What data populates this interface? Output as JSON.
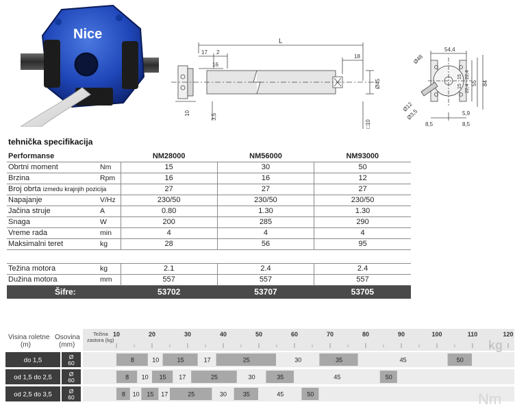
{
  "photo": {
    "brand": "Nice"
  },
  "drawing1": {
    "dim_L": "L",
    "dim_17": "17",
    "dim_2": "2",
    "dim_16": "16",
    "dim_18": "18",
    "dim_10": "10",
    "dim_35": "3,5",
    "dim_sq10": "□10",
    "dim_phi45": "Ø45"
  },
  "drawing2": {
    "d_54_4": "54,4",
    "d_phi48": "Ø48",
    "d_15": "15",
    "d_15b": "15",
    "d_22_4": "22,4",
    "d_22_4b": "22,4",
    "d_55": "55",
    "d_84": "84",
    "d_phi12": "Ø12",
    "d_phi3_5": "Ø3,5",
    "d_5_9": "5,9",
    "d_8_5": "8,5",
    "d_8_5b": "8,5"
  },
  "spec": {
    "title": "tehnička specifikacija",
    "header": {
      "label": "Performanse",
      "models": [
        "NM28000",
        "NM56000",
        "NM93000"
      ]
    },
    "rows": [
      {
        "label": "Obrtni moment",
        "unit": "Nm",
        "values": [
          "15",
          "30",
          "50"
        ]
      },
      {
        "label": "Brzina",
        "unit": "Rpm",
        "values": [
          "16",
          "16",
          "12"
        ]
      },
      {
        "label": "Broj obrta",
        "note": "izmedu krajnjih pozicija",
        "unit": "",
        "values": [
          "27",
          "27",
          "27"
        ]
      },
      {
        "label": "Napajanje",
        "unit": "V/Hz",
        "values": [
          "230/50",
          "230/50",
          "230/50"
        ]
      },
      {
        "label": "Jačina struje",
        "unit": "A",
        "values": [
          "0.80",
          "1.30",
          "1.30"
        ]
      },
      {
        "label": "Snaga",
        "unit": "W",
        "values": [
          "200",
          "285",
          "290"
        ]
      },
      {
        "label": "Vreme rada",
        "unit": "min",
        "values": [
          "4",
          "4",
          "4"
        ]
      },
      {
        "label": "Maksimalni teret",
        "unit": "kg",
        "values": [
          "28",
          "56",
          "95"
        ]
      }
    ],
    "rows2": [
      {
        "label": "Težina motora",
        "unit": "kg",
        "values": [
          "2.1",
          "2.4",
          "2.4"
        ]
      },
      {
        "label": "Dužina motora",
        "unit": "mm",
        "values": [
          "557",
          "557",
          "557"
        ]
      }
    ],
    "codes": {
      "label": "Šifre:",
      "values": [
        "53702",
        "53707",
        "53705"
      ]
    }
  },
  "chart": {
    "header_height": "Visina roletne\n(m)",
    "header_height_l1": "Visina roletne",
    "header_height_l2": "(m)",
    "header_shaft_l1": "Osovina",
    "header_shaft_l2": "(mm)",
    "weight_caption_l1": "Težina",
    "weight_caption_l2": "zastora (kg)",
    "unit_kg": "kg",
    "unit_nm": "Nm",
    "ticks": [
      10,
      20,
      30,
      40,
      50,
      60,
      70,
      80,
      90,
      100,
      110,
      120
    ],
    "rows": [
      {
        "height": "do 1,5",
        "shaft_l1": "Ø",
        "shaft_l2": "60",
        "segments": [
          {
            "nm": "8",
            "from": 10,
            "to": 19
          },
          {
            "nm": "10",
            "from": 19,
            "to": 23
          },
          {
            "nm": "15",
            "from": 23,
            "to": 33
          },
          {
            "nm": "17",
            "from": 33,
            "to": 38
          },
          {
            "nm": "25",
            "from": 38,
            "to": 55
          },
          {
            "nm": "30",
            "from": 55,
            "to": 67
          },
          {
            "nm": "35",
            "from": 67,
            "to": 78
          },
          {
            "nm": "45",
            "from": 78,
            "to": 103
          },
          {
            "nm": "50",
            "from": 103,
            "to": 110
          }
        ]
      },
      {
        "height": "od 1,5 do 2,5",
        "shaft_l1": "Ø",
        "shaft_l2": "60",
        "segments": [
          {
            "nm": "8",
            "from": 10,
            "to": 16
          },
          {
            "nm": "10",
            "from": 16,
            "to": 20
          },
          {
            "nm": "15",
            "from": 20,
            "to": 26
          },
          {
            "nm": "17",
            "from": 26,
            "to": 31
          },
          {
            "nm": "25",
            "from": 31,
            "to": 44
          },
          {
            "nm": "30",
            "from": 44,
            "to": 52
          },
          {
            "nm": "35",
            "from": 52,
            "to": 60
          },
          {
            "nm": "45",
            "from": 60,
            "to": 84
          },
          {
            "nm": "50",
            "from": 84,
            "to": 89
          }
        ]
      },
      {
        "height": "od 2,5 do 3,5",
        "shaft_l1": "Ø",
        "shaft_l2": "60",
        "segments": [
          {
            "nm": "8",
            "from": 10,
            "to": 14
          },
          {
            "nm": "10",
            "from": 14,
            "to": 17
          },
          {
            "nm": "15",
            "from": 17,
            "to": 22
          },
          {
            "nm": "17",
            "from": 22,
            "to": 25
          },
          {
            "nm": "25",
            "from": 25,
            "to": 37
          },
          {
            "nm": "30",
            "from": 37,
            "to": 43
          },
          {
            "nm": "35",
            "from": 43,
            "to": 50
          },
          {
            "nm": "45",
            "from": 50,
            "to": 62
          },
          {
            "nm": "50",
            "from": 62,
            "to": 67
          }
        ]
      }
    ]
  }
}
